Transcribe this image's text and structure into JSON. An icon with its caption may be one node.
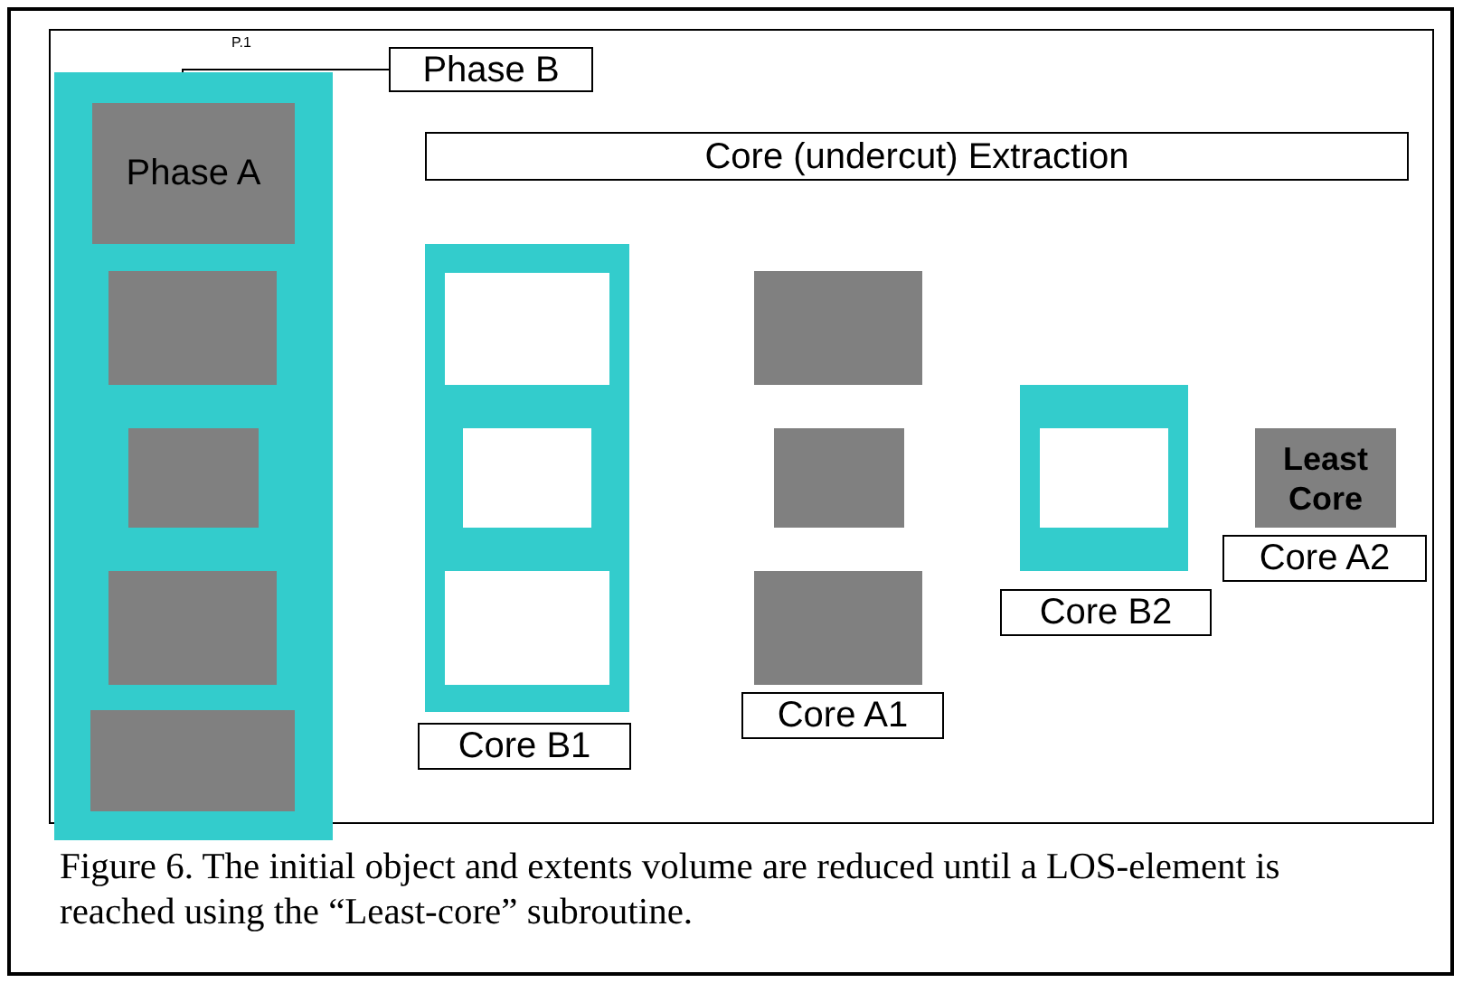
{
  "diagram": {
    "caption": "Figure 6. The initial object and extents volume are reduced until a LOS-element is reached using the “Least-core” subroutine.",
    "nodes": [
      {
        "text": [
          "Phase B"
        ]
      },
      {
        "text": [],
        "shape": "box"
      },
      {
        "text": [
          "Phase A"
        ],
        "in": 1
      },
      {
        "text": [],
        "shape": "box",
        "in": 1
      },
      {
        "text": [],
        "shape": "box",
        "in": 1
      },
      {
        "text": [],
        "shape": "box",
        "in": 1
      },
      {
        "text": [],
        "shape": "box",
        "in": 1
      },
      {
        "text": [
          "Core (undercut) Extraction"
        ]
      },
      {
        "text": [],
        "shape": "box"
      },
      {
        "text": [],
        "shape": "box",
        "in": 8
      },
      {
        "text": [],
        "shape": "box",
        "in": 8
      },
      {
        "text": [],
        "shape": "box",
        "in": 8
      },
      {
        "text": [
          "Core B1"
        ]
      },
      {
        "text": [],
        "shape": "box"
      },
      {
        "text": [],
        "shape": "box"
      },
      {
        "text": [],
        "shape": "box"
      },
      {
        "text": [
          "Core A1"
        ]
      },
      {
        "text": [],
        "shape": "box"
      },
      {
        "text": [],
        "shape": "box",
        "in": 17
      },
      {
        "text": [
          "Core B2"
        ]
      },
      {
        "text": [
          "Least Core"
        ]
      },
      {
        "text": [
          "Core A2"
        ]
      }
    ],
    "edges": [
      {
        "from": 0,
        "to": 1,
        "arrow": "none"
      }
    ],
    "labels": [
      "P.1"
    ]
  }
}
